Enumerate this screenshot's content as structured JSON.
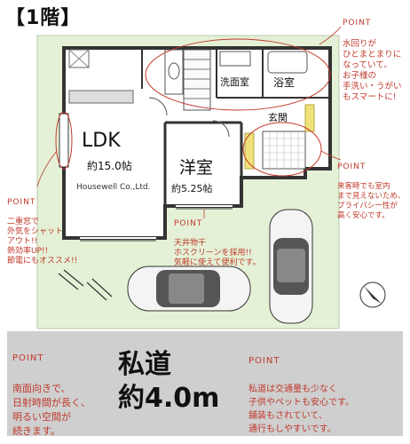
{
  "title": "【1階】",
  "rooms": {
    "ldk_name": "LDK",
    "ldk_size": "約15.0帖",
    "western_name": "洋室",
    "western_size": "約5.25帖",
    "washroom": "洗面室",
    "bathroom": "浴室",
    "entrance": "玄関",
    "watermark": "Housewell Co.,Ltd."
  },
  "road": {
    "name": "私道",
    "width": "約4.0m"
  },
  "notes": [
    {
      "label": "POINT",
      "text": "水回りが\nひとまとまりに\nなっていて、\nお子様の\n手洗い・うがい\nもスマートに!"
    },
    {
      "label": "POINT",
      "text": "来客時でも室内\nまで見えないため、\nプライバシー性が\n高く安心です。"
    },
    {
      "label": "POINT",
      "text": "二重窓で\n外気をシャット\nアウト!!\n熱効率UP!!\n節電にもオススメ!!"
    },
    {
      "label": "POINT",
      "text": "天井物干\nホスクリーンを採用!!\n気軽に使えて便利です。"
    },
    {
      "label": "POINT",
      "text": "南面向きで、\n日射時間が長く、\n明るい空間が\n続きます。"
    },
    {
      "label": "POINT",
      "text": "私道は交通量も少なく\n子供やペットも安心です。\n舗装もされていて、\n通行もしやすいです。"
    }
  ],
  "colors": {
    "lot": "#e4f1d6",
    "road": "#cfcfcf",
    "annotation": "#c0392b",
    "wall": "#333333",
    "accent_yellow": "#f0e27a"
  }
}
